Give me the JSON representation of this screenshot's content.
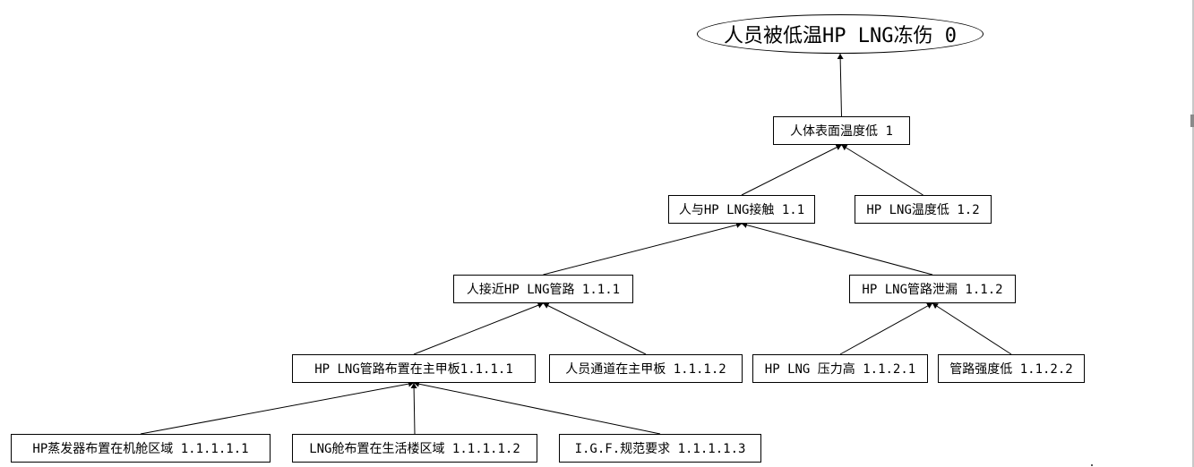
{
  "diagram": {
    "type": "fault-tree",
    "line_color": "#000000",
    "top_event": {
      "label": "人员被低温HP LNG冻伤 0"
    },
    "nodes": {
      "n1": {
        "label": "人体表面温度低 1"
      },
      "n11": {
        "label": "人与HP LNG接触 1.1"
      },
      "n12": {
        "label": "HP LNG温度低 1.2"
      },
      "n111": {
        "label": "人接近HP LNG管路 1.1.1"
      },
      "n112": {
        "label": "HP LNG管路泄漏 1.1.2"
      },
      "n1111": {
        "label": "HP LNG管路布置在主甲板1.1.1.1"
      },
      "n1112": {
        "label": "人员通道在主甲板 1.1.1.2"
      },
      "n1121": {
        "label": "HP LNG 压力高 1.1.2.1"
      },
      "n1122": {
        "label": "管路强度低 1.1.2.2"
      },
      "n11111": {
        "label": "HP蒸发器布置在机舱区域 1.1.1.1.1"
      },
      "n11112": {
        "label": "LNG舱布置在生活楼区域 1.1.1.1.2"
      },
      "n11113": {
        "label": "I.G.F.规范要求 1.1.1.1.3"
      }
    },
    "edges": [
      {
        "from": "n1",
        "to": "top"
      },
      {
        "from": "n11",
        "to": "n1"
      },
      {
        "from": "n12",
        "to": "n1"
      },
      {
        "from": "n111",
        "to": "n11"
      },
      {
        "from": "n112",
        "to": "n11"
      },
      {
        "from": "n1111",
        "to": "n111"
      },
      {
        "from": "n1112",
        "to": "n111"
      },
      {
        "from": "n1121",
        "to": "n112"
      },
      {
        "from": "n1122",
        "to": "n112"
      },
      {
        "from": "n11111",
        "to": "n1111"
      },
      {
        "from": "n11112",
        "to": "n1111"
      },
      {
        "from": "n11113",
        "to": "n1111"
      }
    ]
  }
}
